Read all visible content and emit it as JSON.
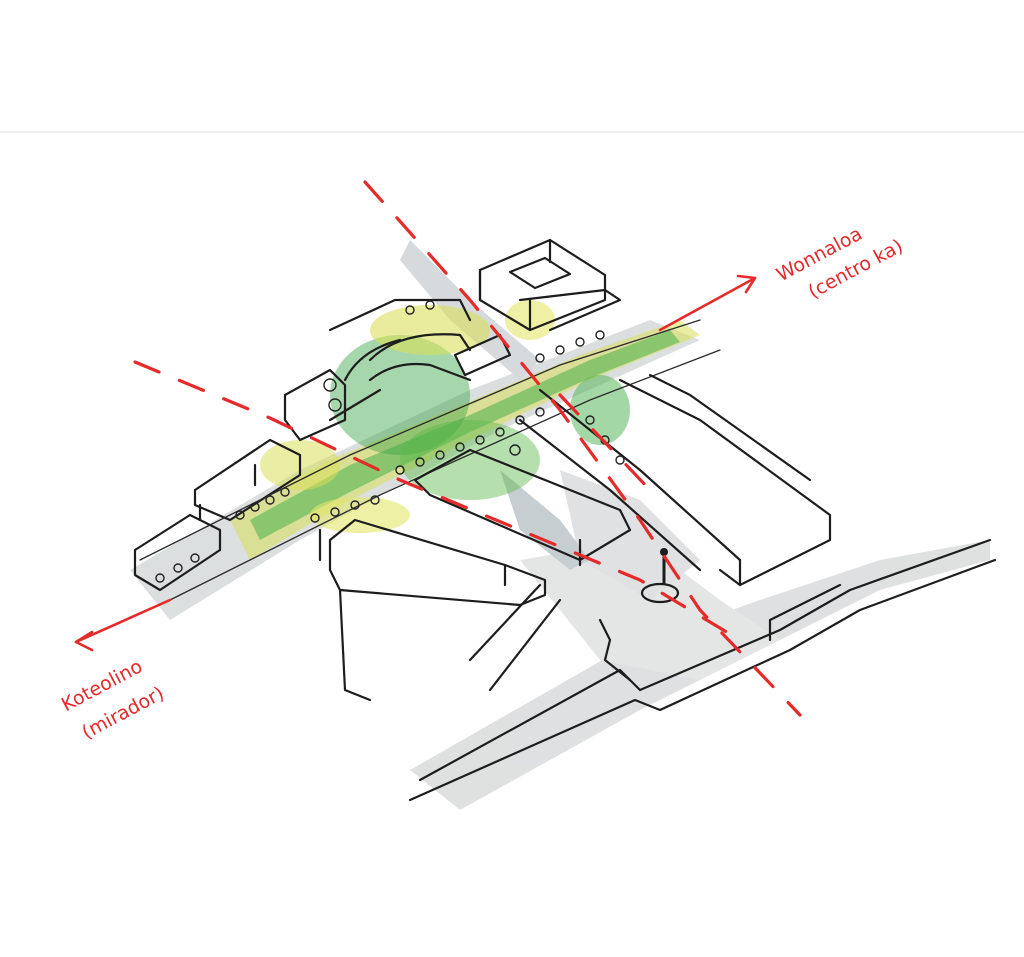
{
  "annotations": {
    "right_line1": "Wonnaloa",
    "right_line2": "(centro ka)",
    "left_line1": "Koteolino",
    "left_line2": "(mirador)"
  },
  "colors": {
    "axis_red": "#e52a2a",
    "ink": "#1d1d1d",
    "green_hatch": "#3aa545",
    "yellow_hatch": "#d8df5a",
    "grey_shading": "#b9bcbd",
    "blue_grey": "#8fa2ad"
  },
  "icons": {
    "right_arrow": "arrow-up-right-icon",
    "left_arrow": "arrow-down-left-icon",
    "figure": "person-icon"
  }
}
